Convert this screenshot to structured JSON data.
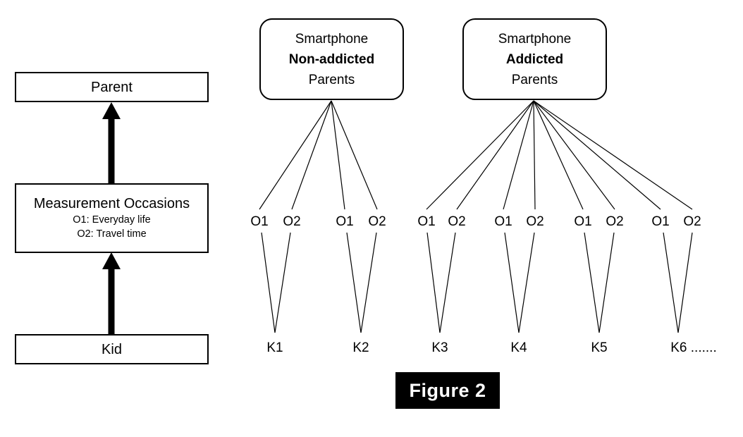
{
  "figure": {
    "caption": "Figure 2"
  },
  "legend_panel": {
    "levels": [
      {
        "id": "parent",
        "title": "Parent",
        "sub": []
      },
      {
        "id": "measurement-occasions",
        "title": "Measurement Occasions",
        "sub": [
          "O1: Everyday life",
          "O2: Travel time"
        ]
      },
      {
        "id": "kid",
        "title": "Kid",
        "sub": []
      }
    ],
    "arrows": [
      {
        "from": "kid",
        "to": "measurement-occasions"
      },
      {
        "from": "measurement-occasions",
        "to": "parent"
      }
    ]
  },
  "model_panel": {
    "groups": [
      {
        "id": "non-addicted",
        "line1": "Smartphone",
        "line2": "Non-addicted",
        "line3": "Parents",
        "kids": [
          {
            "label": "K1",
            "occasions": [
              "O1",
              "O2"
            ]
          },
          {
            "label": "K2",
            "occasions": [
              "O1",
              "O2"
            ]
          }
        ]
      },
      {
        "id": "addicted",
        "line1": "Smartphone",
        "line2": "Addicted",
        "line3": "Parents",
        "kids": [
          {
            "label": "K3",
            "occasions": [
              "O1",
              "O2"
            ]
          },
          {
            "label": "K4",
            "occasions": [
              "O1",
              "O2"
            ]
          },
          {
            "label": "K5",
            "occasions": [
              "O1",
              "O2"
            ]
          },
          {
            "label": "K6 .......",
            "occasions": [
              "O1",
              "O2"
            ]
          }
        ]
      }
    ],
    "occasion_labels_flat": [
      "O1",
      "O2",
      "O1",
      "O2",
      "O1",
      "O2",
      "O1",
      "O2",
      "O1",
      "O2",
      "O1",
      "O2"
    ],
    "kid_labels_flat": [
      "K1",
      "K2",
      "K3",
      "K4",
      "K5",
      "K6 ......."
    ]
  },
  "colors": {
    "stroke": "#000000",
    "background": "#ffffff",
    "caption_background": "#000000",
    "caption_text": "#ffffff"
  }
}
